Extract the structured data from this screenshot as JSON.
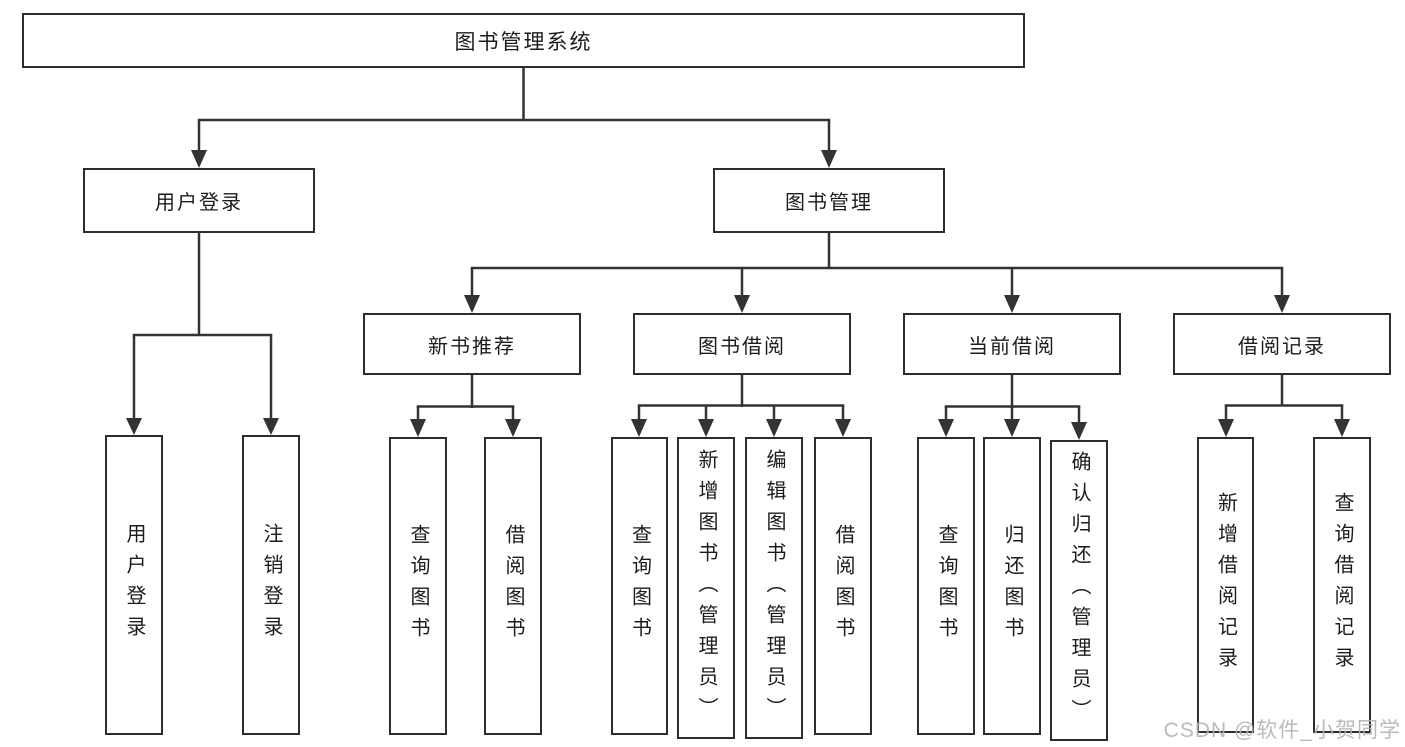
{
  "diagram": {
    "root": {
      "label": "图书管理系统"
    },
    "user_login": {
      "label": "用户登录",
      "children": [
        {
          "label": "用户登录"
        },
        {
          "label": "注销登录"
        }
      ]
    },
    "book_mgmt": {
      "label": "图书管理",
      "children": [
        {
          "label": "新书推荐",
          "children": [
            {
              "label": "查询图书"
            },
            {
              "label": "借阅图书"
            }
          ]
        },
        {
          "label": "图书借阅",
          "children": [
            {
              "label": "查询图书"
            },
            {
              "label": "新增图书（管理员）"
            },
            {
              "label": "编辑图书（管理员）"
            },
            {
              "label": "借阅图书"
            }
          ]
        },
        {
          "label": "当前借阅",
          "children": [
            {
              "label": "查询图书"
            },
            {
              "label": "归还图书"
            },
            {
              "label": "确认归还（管理员）"
            }
          ]
        },
        {
          "label": "借阅记录",
          "children": [
            {
              "label": "新增借阅记录"
            },
            {
              "label": "查询借阅记录"
            }
          ]
        }
      ]
    }
  },
  "watermark": {
    "text": "CSDN @软件_小贺同学"
  },
  "colors": {
    "line": "#333333",
    "text": "#1c1c1c",
    "watermark": "#b4b4b4",
    "background": "#ffffff"
  }
}
